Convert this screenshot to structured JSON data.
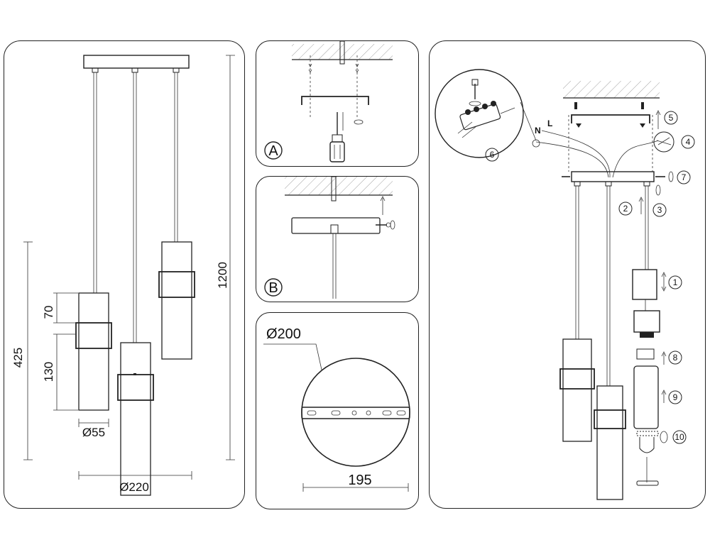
{
  "overview": {
    "dims": {
      "height_total": "1200",
      "height_shade_assembly": "425",
      "ring_height": "70",
      "shade_height": "130",
      "shade_diameter": "Ø55",
      "spread_diameter": "Ø220"
    }
  },
  "step_a": {
    "label": "A"
  },
  "step_b": {
    "label": "B"
  },
  "canopy_plate": {
    "outer_diameter": "Ø200",
    "hole_spacing": "195"
  },
  "assembly": {
    "wire_labels": {
      "neutral": "N",
      "live": "L"
    },
    "callouts": [
      "1",
      "2",
      "3",
      "4",
      "5",
      "6",
      "7",
      "8",
      "9",
      "10"
    ]
  }
}
